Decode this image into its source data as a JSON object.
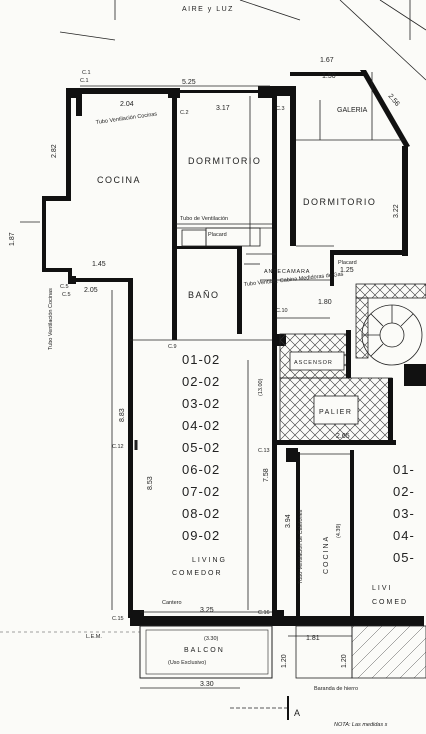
{
  "top_label": "AIRE y LUZ",
  "rooms": {
    "cocina_left": "COCINA",
    "dormitorio_1": "DORMITORIO",
    "dormitorio_2": "DORMITORIO",
    "galeria": "GALERIA",
    "bano": "BAÑO",
    "antecamara": "ANTECAMARA",
    "ascensor": "ASCENSOR",
    "palier": "PALIER",
    "living_1": "LIVING",
    "comedor_1": "COMEDOR",
    "cocina_right": "COCINA",
    "living_2": "LIVI",
    "comedor_2": "COMED",
    "balcon": "BALCON"
  },
  "units_left": [
    "01-02",
    "02-02",
    "03-02",
    "04-02",
    "05-02",
    "06-02",
    "07-02",
    "08-02",
    "09-02"
  ],
  "units_right": [
    "01-",
    "02-",
    "03-",
    "04-",
    "05-"
  ],
  "columns": [
    "C.1",
    "C.2",
    "C.3",
    "C.5",
    "C.9",
    "C.10",
    "C.12",
    "C.13",
    "C.15",
    "C.16"
  ],
  "dimensions": {
    "d_525": "5.25",
    "d_317": "3.17",
    "d_204": "2.04",
    "d_282": "2.82",
    "d_145": "1.45",
    "d_205": "2.05",
    "d_883": "8.83",
    "d_853": "8.53",
    "d_758": "7.58",
    "d_394": "3.94",
    "d_325": "3.25",
    "d_330": "3.30",
    "d_181": "1.81",
    "d_120a": "1.20",
    "d_120b": "1.20",
    "d_265": "2.65",
    "d_167": "1.67",
    "d_150": "1.50",
    "d_256": "2.56",
    "d_322": "3.22",
    "d_125": "1.25",
    "d_180": "1.80",
    "d_187": "1.87",
    "d_1300": "(13.00)",
    "d_439": "(4.39)",
    "d_330p": "(3.30)"
  },
  "notes": {
    "tubo_vent_cocina": "Tubo Ventilación Cocinas",
    "tubo_vent": "Tubo de Ventilación",
    "placard": "Placard",
    "tubo_ventilac_cabina": "Tubo Ventilac. Cabina Medidoras de Gas",
    "tubo_calefones": "Tubo Ventilación de Calefones",
    "cantero": "Cantero",
    "uso_exclusivo": "(Uso Exclusivo)",
    "baranda": "Baranda de hierro",
    "nota": "NOTA: Las medidas s",
    "lem": "L.E.M.",
    "section": "A",
    "sep_1": "C.1",
    "sep_2": "C.5"
  }
}
